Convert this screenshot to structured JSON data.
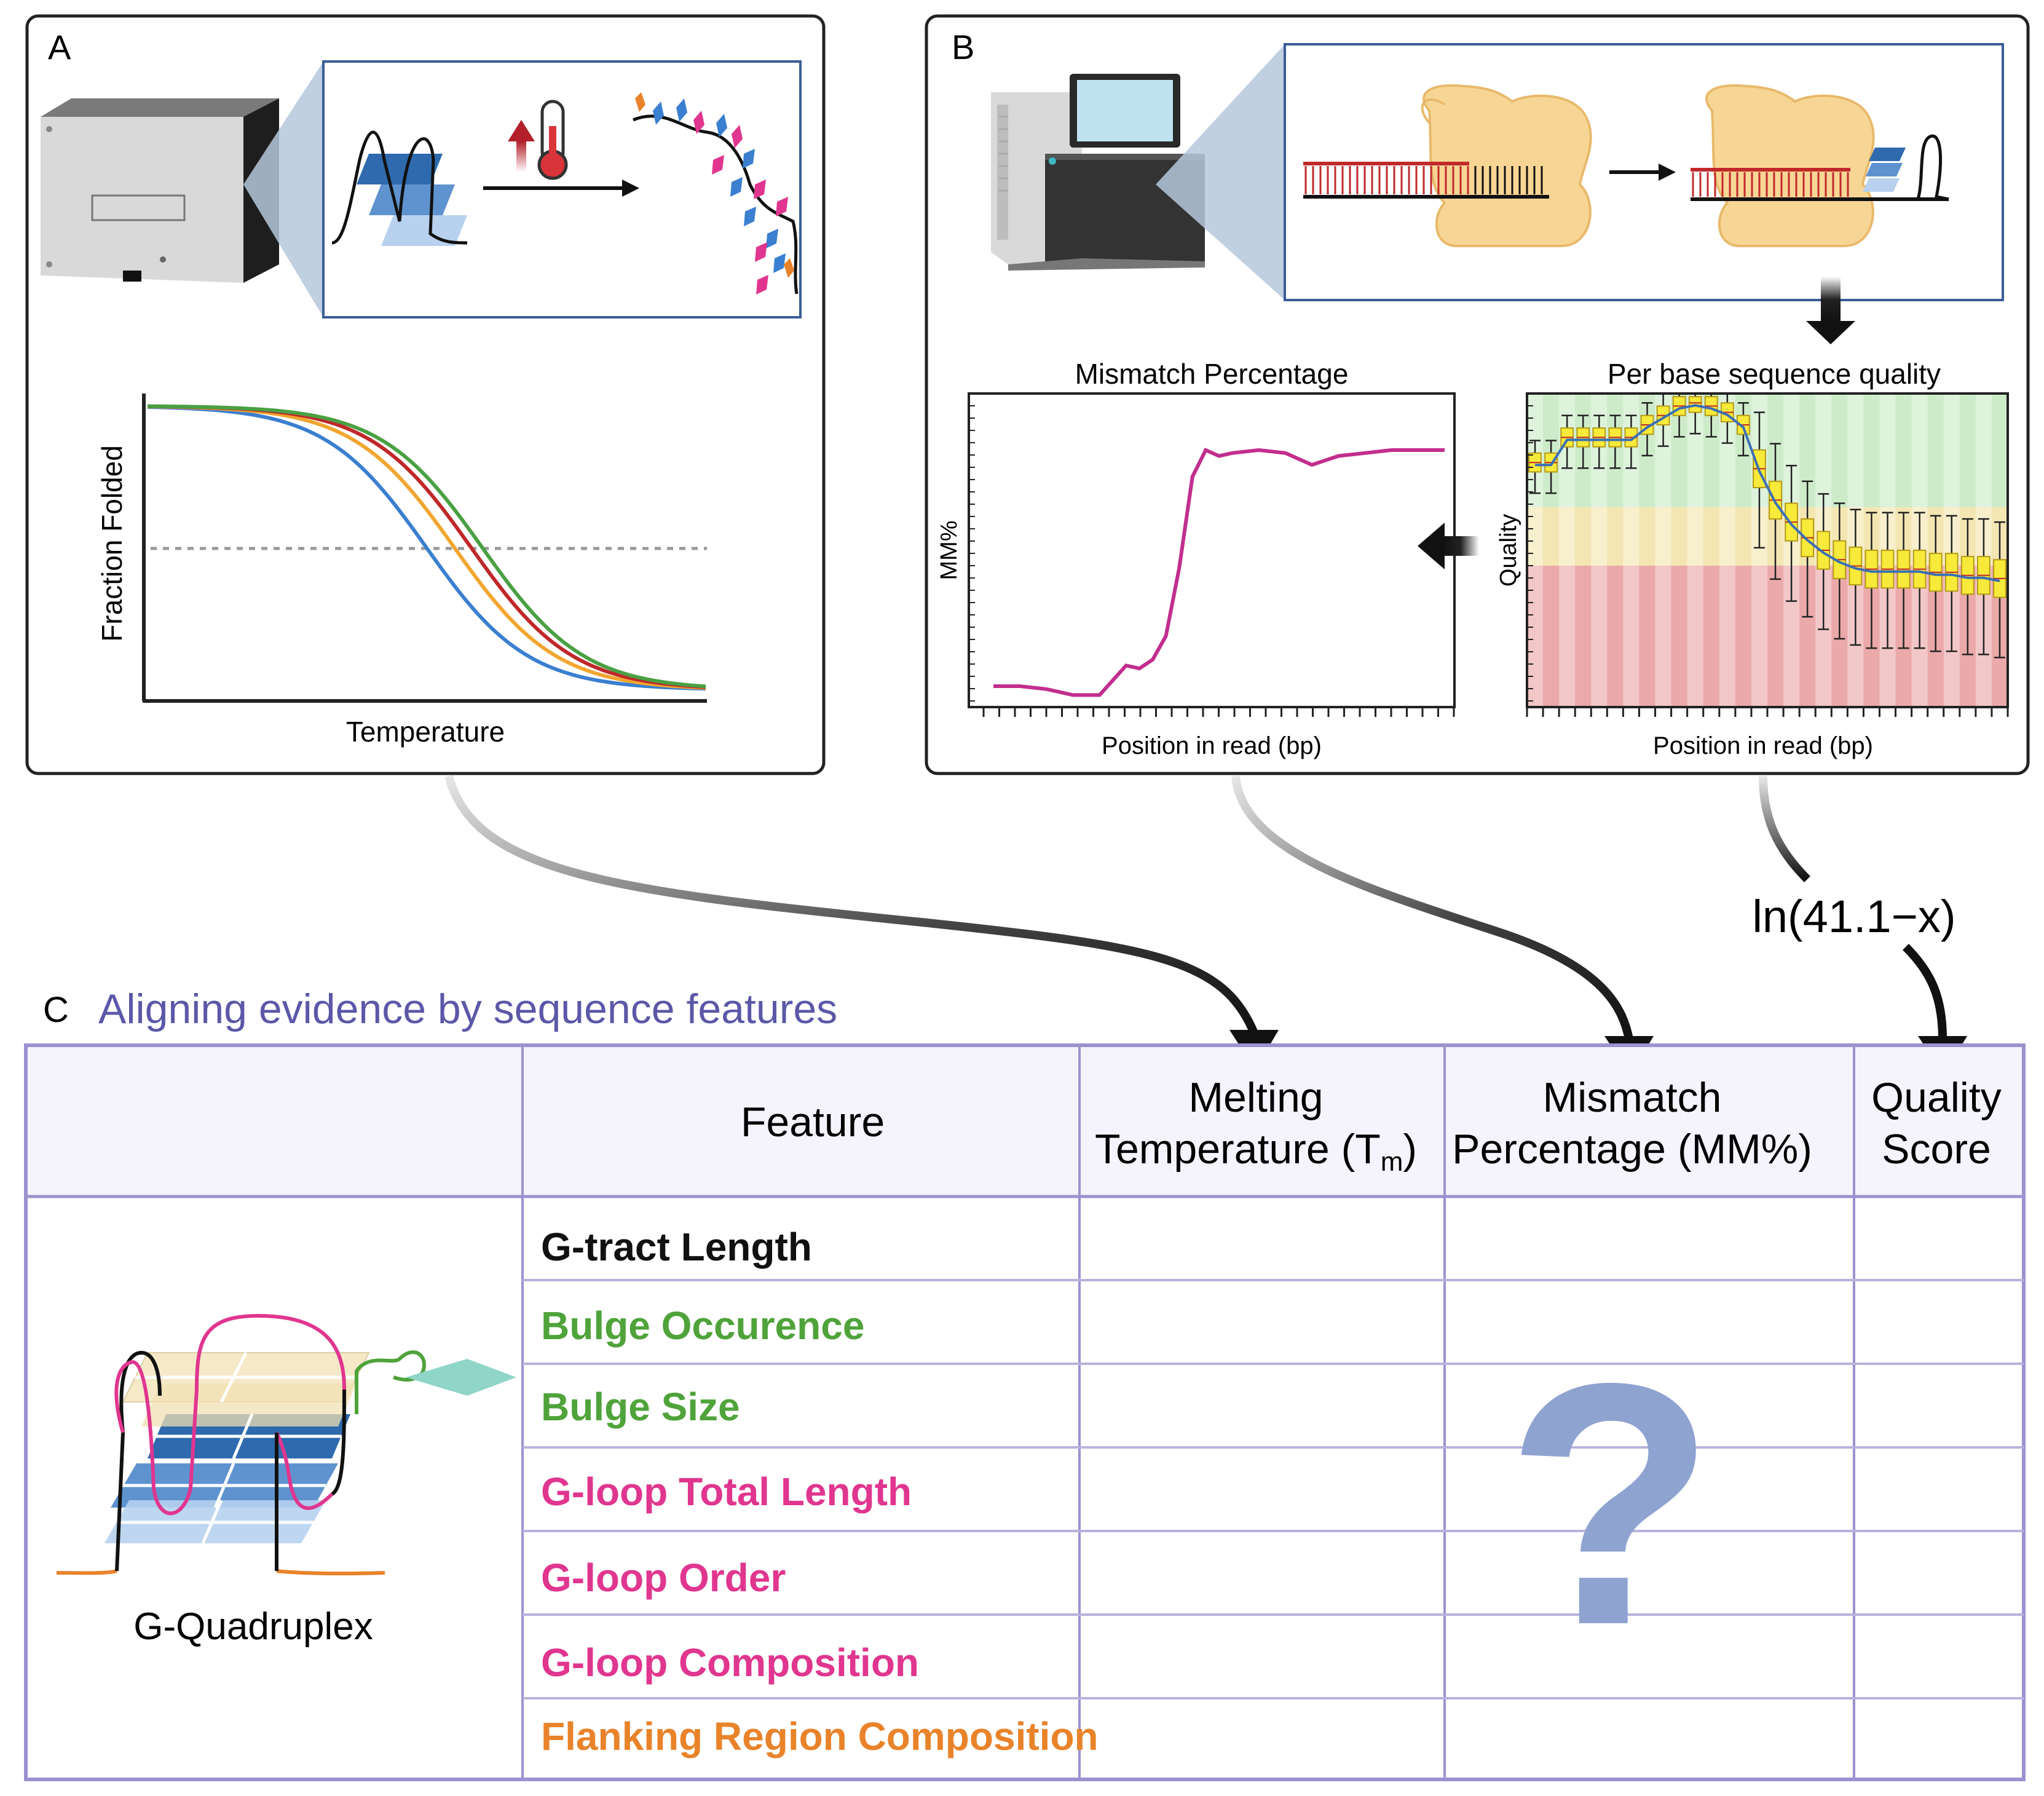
{
  "panel_a": {
    "letter": "A",
    "chart": {
      "ylabel": "Fraction Folded",
      "xlabel": "Temperature"
    }
  },
  "panel_b": {
    "letter": "B",
    "mismatch_chart": {
      "title": "Mismatch Percentage",
      "ylabel": "MM%",
      "xlabel": "Position in read (bp)"
    },
    "quality_chart": {
      "title": "Per base sequence quality",
      "ylabel": "Quality",
      "xlabel": "Position in read (bp)"
    },
    "transform_label": "ln(41.1−x)"
  },
  "panel_c": {
    "letter": "C",
    "title": "Aligning evidence by sequence features",
    "header": {
      "feature": "Feature",
      "melting_line1": "Melting",
      "melting_line2_prefix": "Temperature (T",
      "melting_subscript": "m",
      "melting_suffix": ")",
      "mismatch_line1": "Mismatch",
      "mismatch_line2": "Percentage (MM%)",
      "quality_line1": "Quality",
      "quality_line2": "Score"
    },
    "structure_label": "G-Quadruplex",
    "question_mark": "?",
    "features": [
      {
        "label": "G-tract Length",
        "color": "#111111"
      },
      {
        "label": "Bulge Occurence",
        "color": "#4fa33a"
      },
      {
        "label": "Bulge Size",
        "color": "#4fa33a"
      },
      {
        "label": "G-loop Total Length",
        "color": "#e0368f"
      },
      {
        "label": "G-loop Order",
        "color": "#e0368f"
      },
      {
        "label": "G-loop Composition",
        "color": "#e0368f"
      },
      {
        "label": "Flanking Region Composition",
        "color": "#e9832a"
      }
    ]
  },
  "colors": {
    "table_border": "#9b93cf",
    "table_header_bg": "#f5f3fc",
    "title_purple": "#5b58a8",
    "question": "#8fa3d1",
    "curve_blue": "#3a7fd0",
    "curve_orange": "#f2a630",
    "curve_red": "#c0282a",
    "curve_green": "#4aa043",
    "mm_line": "#c22e8e"
  },
  "chart_data": [
    {
      "type": "line",
      "title": "",
      "xlabel": "Temperature",
      "ylabel": "Fraction Folded",
      "series": [
        {
          "midpoint": 0.5
        },
        {
          "midpoint": 0.55
        },
        {
          "midpoint": 0.58
        },
        {
          "midpoint": 0.6
        }
      ],
      "threshold": 0.5
    },
    {
      "type": "line",
      "title": "Mismatch Percentage",
      "xlabel": "Position in read (bp)",
      "ylabel": "MM%",
      "x": [
        0,
        2,
        4,
        6,
        8,
        9,
        10,
        11,
        12,
        13,
        14,
        15,
        16,
        17,
        18,
        20,
        22,
        24,
        26,
        28,
        30,
        32,
        34
      ],
      "values": [
        0.05,
        0.05,
        0.04,
        0.02,
        0.02,
        0.07,
        0.12,
        0.11,
        0.14,
        0.22,
        0.45,
        0.76,
        0.85,
        0.83,
        0.84,
        0.85,
        0.84,
        0.8,
        0.83,
        0.84,
        0.85,
        0.85,
        0.85
      ]
    },
    {
      "type": "box",
      "title": "Per base sequence quality",
      "xlabel": "Position in read (bp)",
      "ylabel": "Quality",
      "medians": [
        0.78,
        0.78,
        0.86,
        0.86,
        0.86,
        0.86,
        0.86,
        0.9,
        0.93,
        0.96,
        0.97,
        0.96,
        0.94,
        0.9,
        0.76,
        0.66,
        0.59,
        0.54,
        0.5,
        0.47,
        0.45,
        0.44,
        0.44,
        0.44,
        0.44,
        0.43,
        0.43,
        0.42,
        0.42,
        0.41
      ]
    }
  ]
}
